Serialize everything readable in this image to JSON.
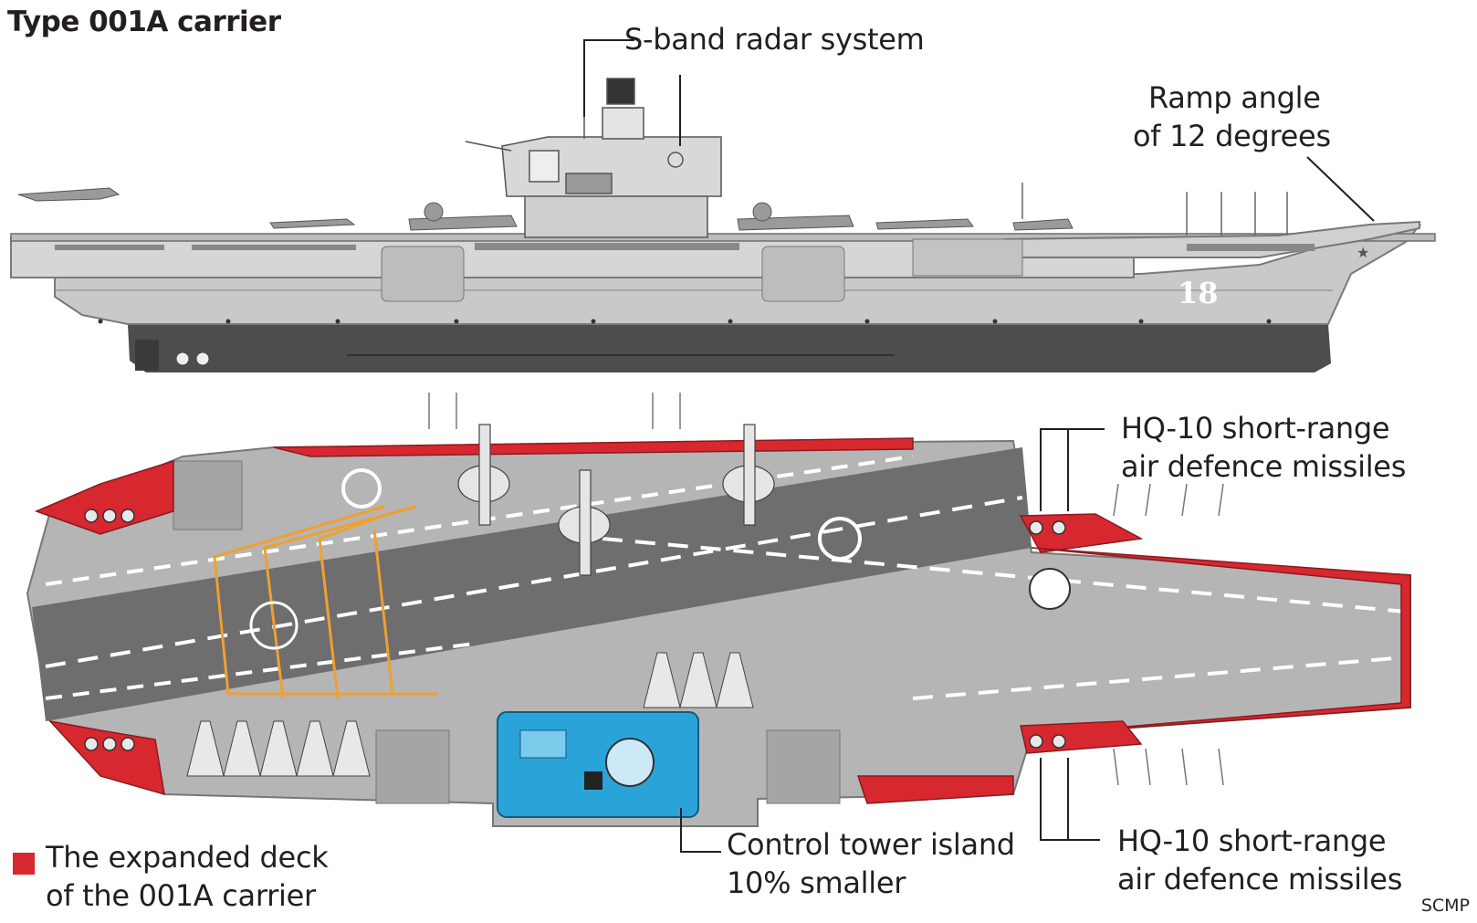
{
  "title": "Type 001A carrier",
  "callouts": {
    "radar": "S-band radar system",
    "ramp_line1": "Ramp angle",
    "ramp_line2": "of 12 degrees",
    "hq10_top_line1": "HQ-10 short-range",
    "hq10_top_line2": "air defence missiles",
    "hq10_bottom_line1": "HQ-10 short-range",
    "hq10_bottom_line2": "air defence missiles",
    "tower_line1": "Control tower island",
    "tower_line2": "10% smaller"
  },
  "hull_number": "18",
  "legend": {
    "line1": "The expanded deck",
    "line2": "of the 001A carrier",
    "color": "#d7282f"
  },
  "source": "SCMP",
  "colors": {
    "hull_light": "#c8c8c8",
    "hull_dark": "#4d4d4d",
    "deck_grey": "#b5b5b5",
    "runway": "#6e6e6e",
    "expansion_red": "#d7282f",
    "arresting_wires": "#f0a030",
    "island_blue": "#2aa3d9"
  }
}
